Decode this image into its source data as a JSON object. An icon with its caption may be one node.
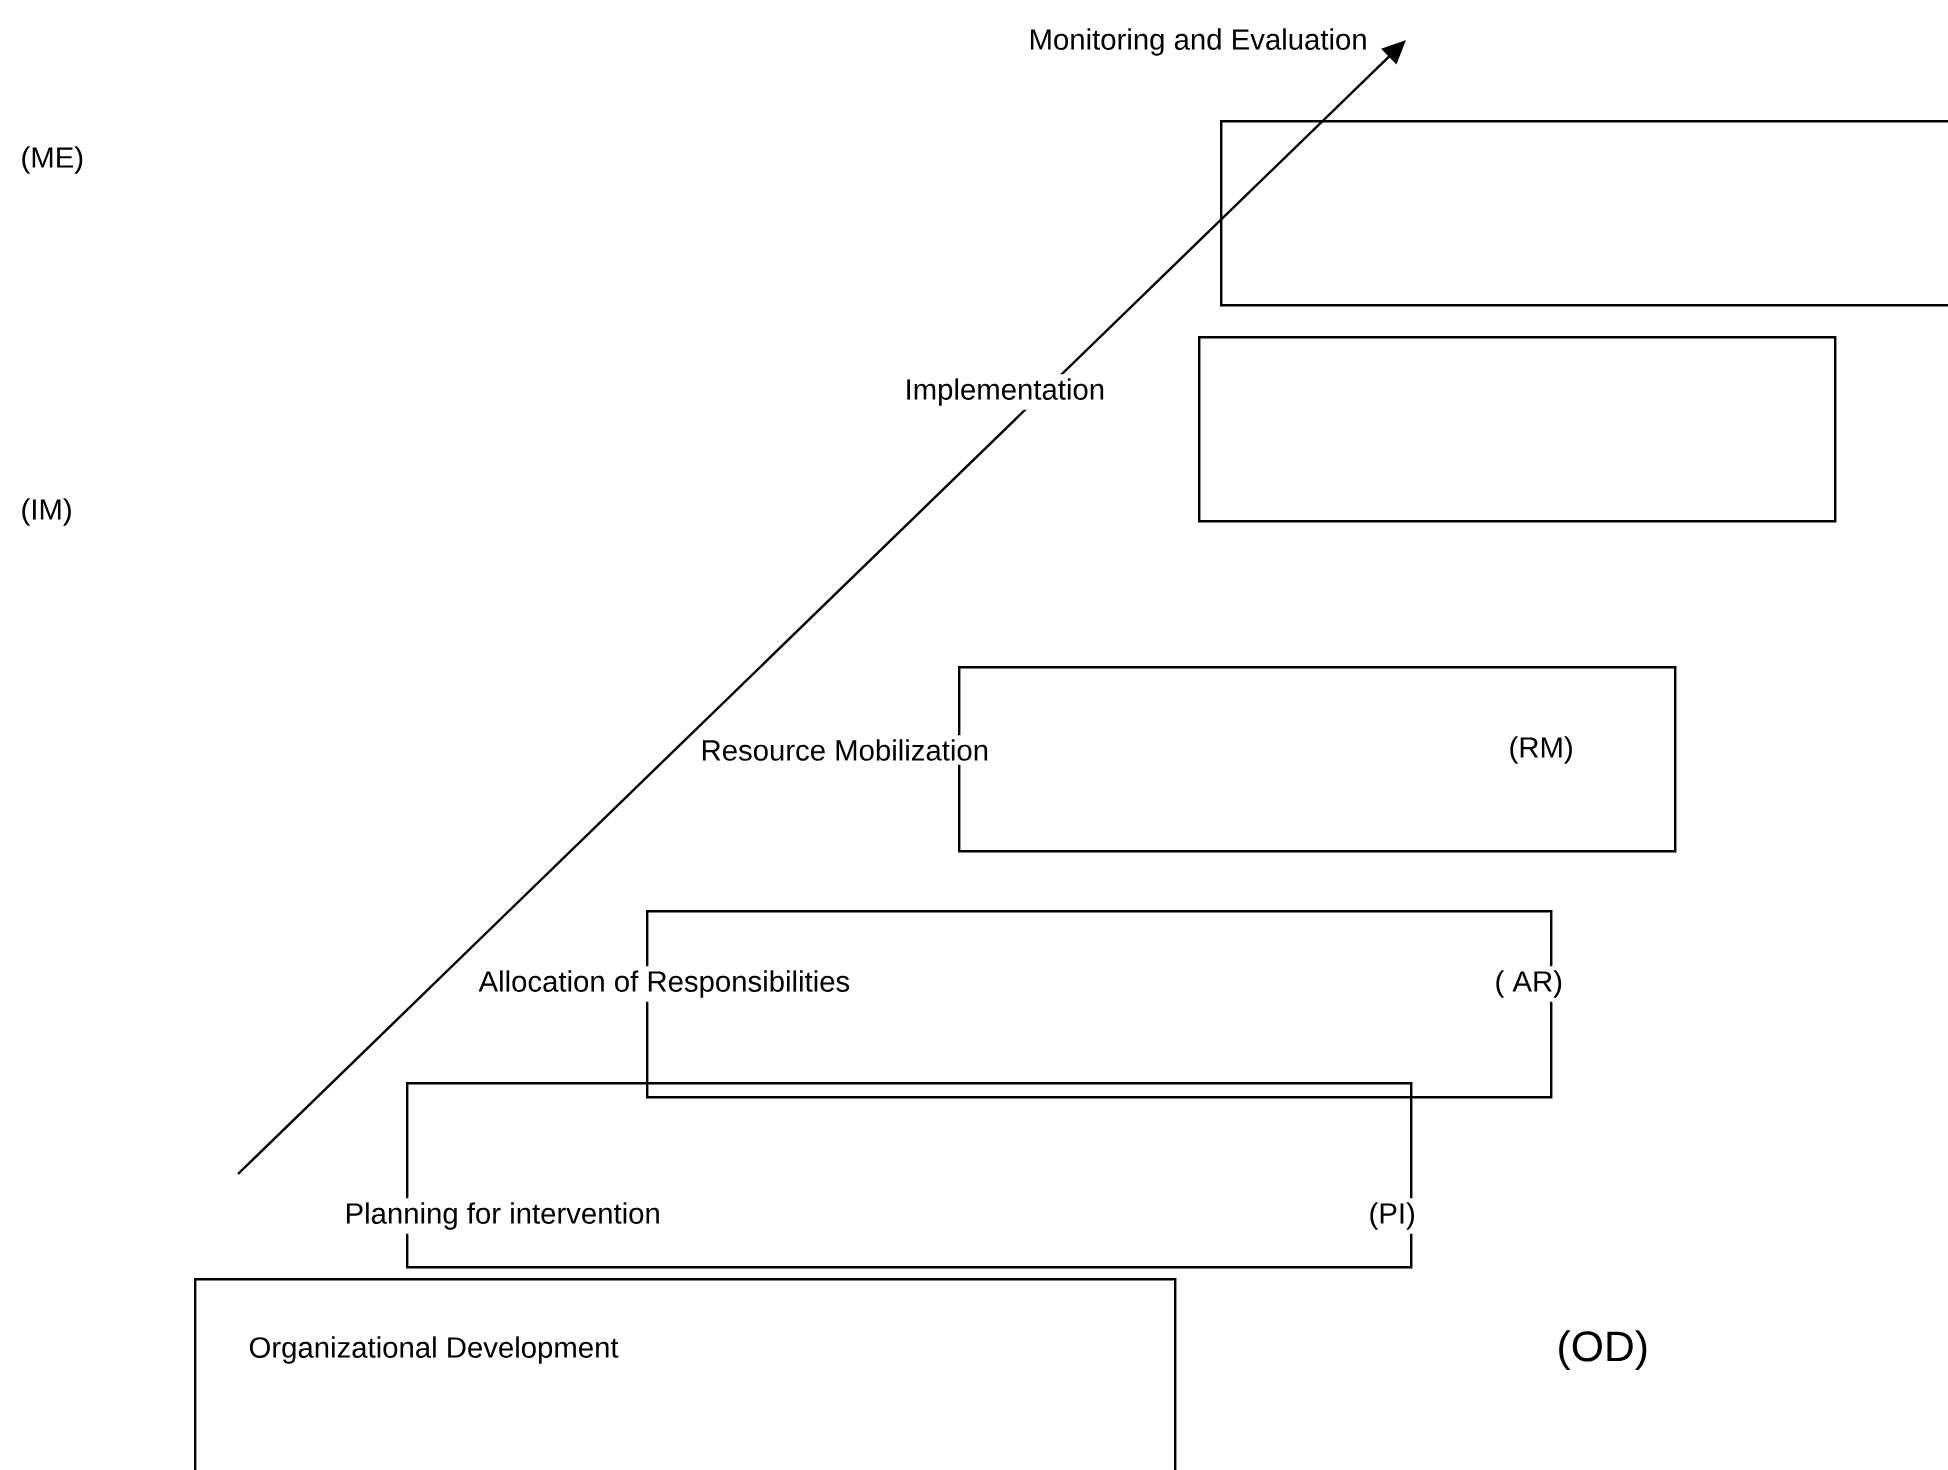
{
  "diagram": {
    "nodes": [
      {
        "text": [
          "Monitoring and Evaluation"
        ]
      },
      {
        "text": [
          "Implementation"
        ]
      },
      {
        "text": [
          "Resource Mobilization"
        ]
      },
      {
        "text": [
          "Allocation of Responsibilities"
        ]
      },
      {
        "text": [
          "Planning for intervention"
        ]
      },
      {
        "text": [
          "Organizational Development"
        ]
      }
    ],
    "labels": [
      "(ME)",
      "(IM)",
      "(RM)",
      "( AR)",
      "(PI)",
      "(OD)"
    ]
  }
}
